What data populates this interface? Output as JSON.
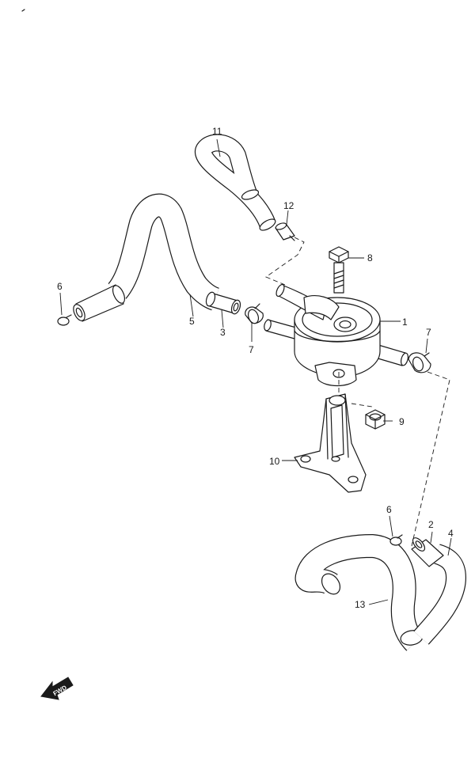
{
  "diagram": {
    "callouts": {
      "c1": "1",
      "c2": "2",
      "c3": "3",
      "c4": "4",
      "c5": "5",
      "c6a": "6",
      "c6b": "6",
      "c7a": "7",
      "c7b": "7",
      "c8": "8",
      "c9": "9",
      "c10": "10",
      "c11": "11",
      "c12": "12",
      "c13": "13"
    },
    "fwd_label": "FWD",
    "line_color": "#1a1a1a",
    "icons": [
      "fwd-arrow-icon"
    ]
  }
}
